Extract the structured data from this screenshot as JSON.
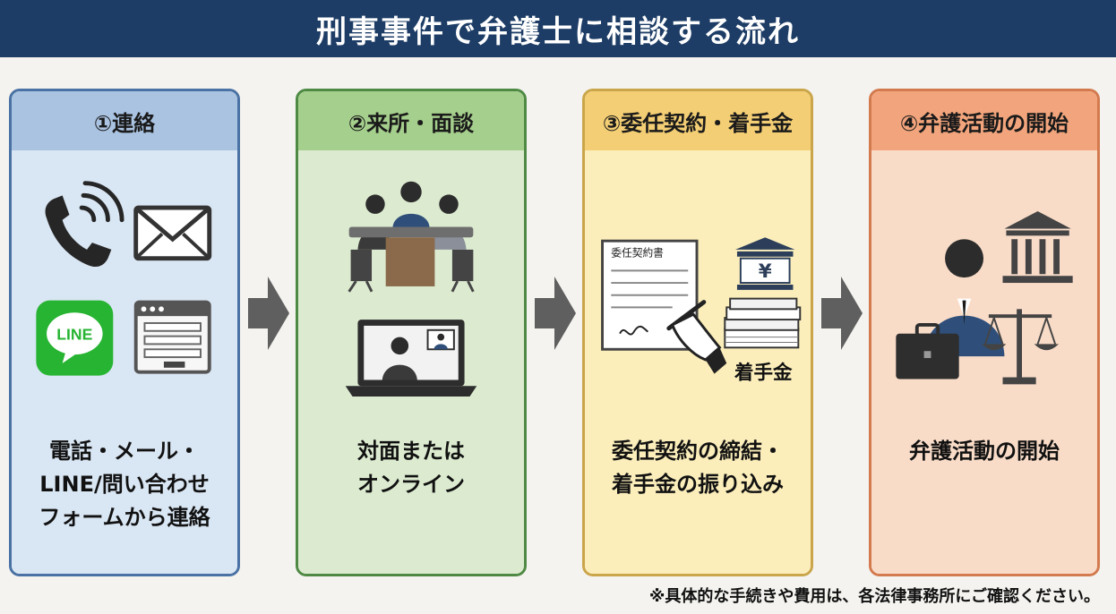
{
  "title": "刑事事件で弁護士に相談する流れ",
  "steps": [
    {
      "heading": "①連絡",
      "lines": [
        "電話・メール・",
        "LINE/問い合わせ",
        "フォームから連絡"
      ]
    },
    {
      "heading": "②来所・面談",
      "lines": [
        "対面または",
        "オンライン"
      ]
    },
    {
      "heading": "③委任契約・着手金",
      "lines": [
        "委任契約の締結・",
        "着手金の振り込み"
      ]
    },
    {
      "heading": "④弁護活動の開始",
      "lines": [
        "弁護活動の開始"
      ]
    }
  ],
  "icon_labels": {
    "line_app": "LINE",
    "contract_doc": "委任契約書",
    "bank_symbol": "¥",
    "retainer_fee": "着手金"
  },
  "footnote": "※具体的な手続きや費用は、各法律事務所にご確認ください。",
  "colors": {
    "title_bg": "#1d3d66",
    "step1": "#a9c3e1",
    "step2": "#a5cf8c",
    "step3": "#f3ce74",
    "step4": "#f2a57c",
    "arrow": "#5f5f5f"
  }
}
